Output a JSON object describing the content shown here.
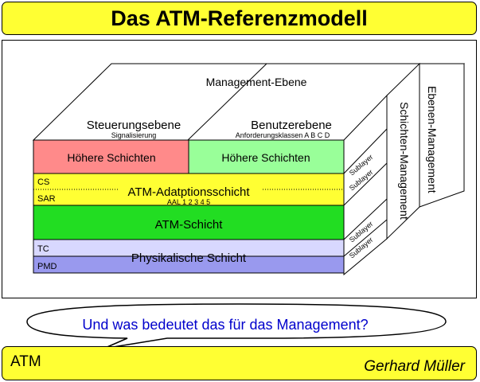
{
  "title": "Das ATM-Referenzmodell",
  "diagram": {
    "management_ebene": "Management-Ebene",
    "ebenen_management": "Ebenen-Management",
    "schichten_management": "Schichten-Management",
    "steuerungsebene": "Steuerungsebene",
    "signalisierung": "Signalisierung",
    "benutzerebene": "Benutzerebene",
    "anforderungsklassen": "Anforderungsklassen  A  B  C  D",
    "hoehere_schichten_left": "Höhere Schichten",
    "hoehere_schichten_right": "Höhere Schichten",
    "cs": "CS",
    "sar": "SAR",
    "atm_adaptionsschicht": "ATM-Adatptionsschicht",
    "aal_classes": "AAL 1 2 3 4 5",
    "atm_schicht": "ATM-Schicht",
    "tc": "TC",
    "pmd": "PMD",
    "physikalische_schicht": "Physikalische Schicht",
    "sublayer_1": "Sublayer",
    "sublayer_2": "Sublayer",
    "sublayer_3": "Sublayer",
    "sublayer_4": "Sublayer",
    "colors": {
      "red": "#ff8a8a",
      "green_light": "#99ff99",
      "yellow": "#ffff33",
      "green": "#22dd22",
      "lavender_light": "#d8d8ff",
      "lavender": "#9999ee"
    }
  },
  "speech_bubble": "Und was bedeutet das für das Management?",
  "footer": {
    "left": "ATM",
    "right": "Gerhard Müller"
  }
}
